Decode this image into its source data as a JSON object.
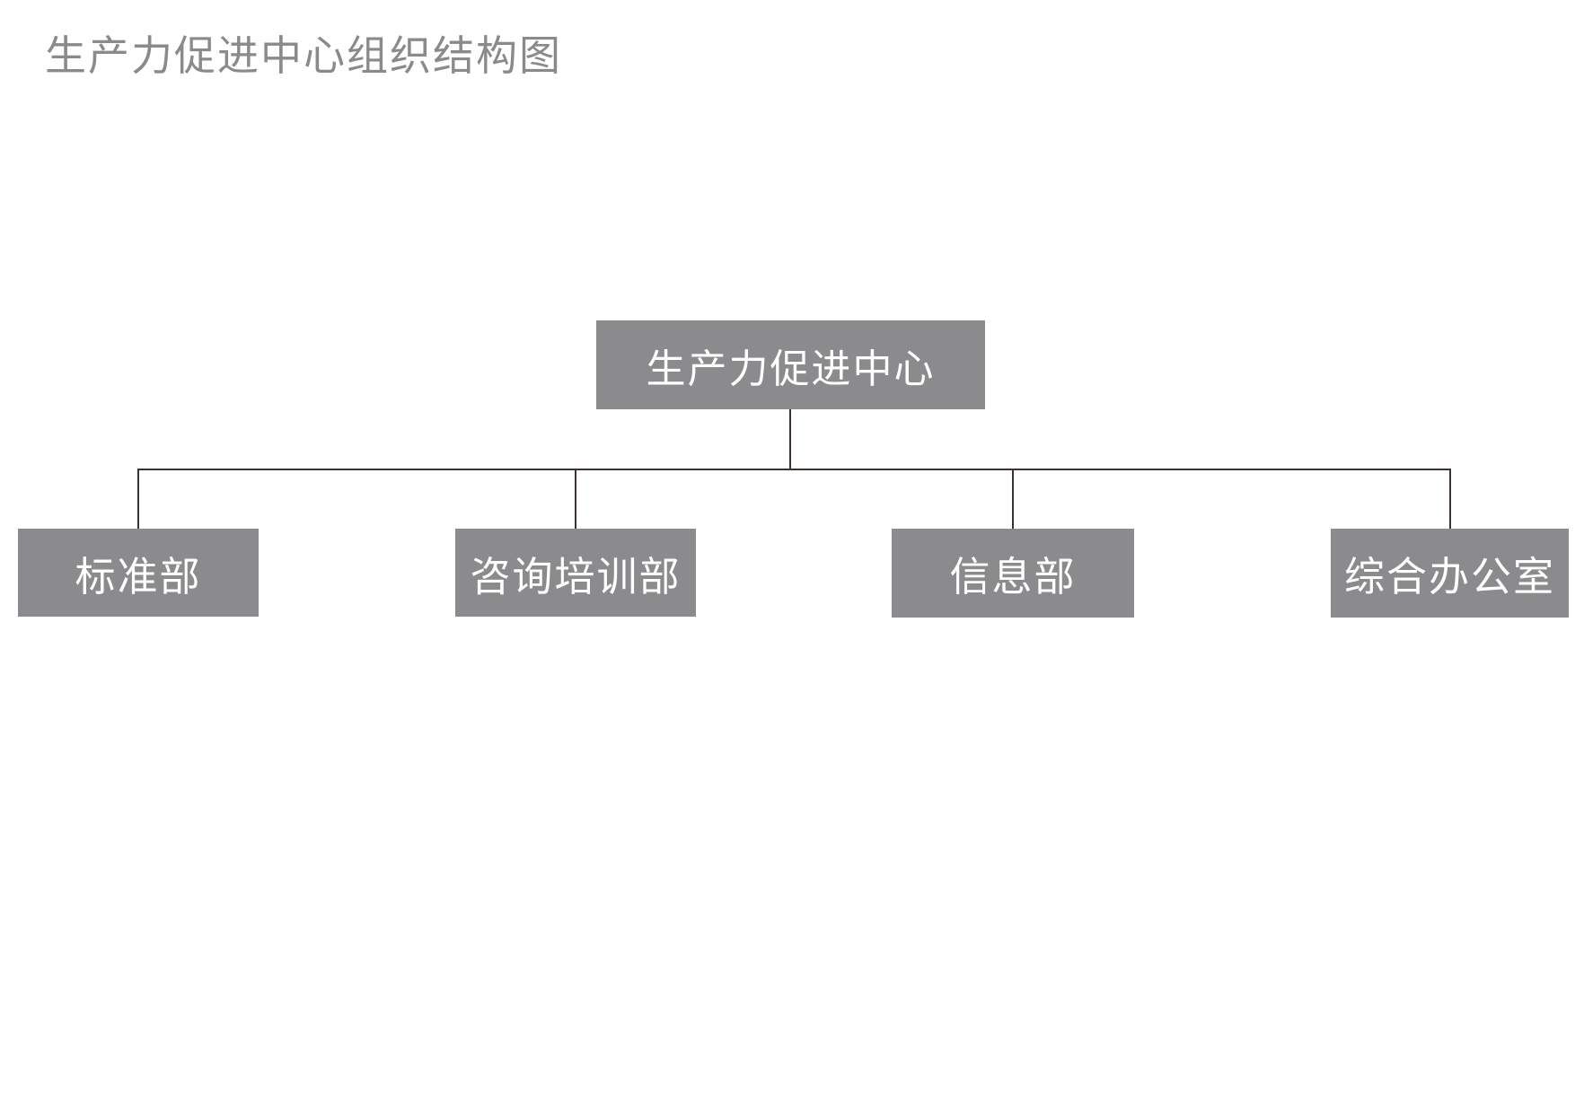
{
  "title": "生产力促进中心组织结构图",
  "chart": {
    "type": "org-chart",
    "root": {
      "label": "生产力促进中心"
    },
    "departments": [
      {
        "label": "标准部"
      },
      {
        "label": "咨询培训部"
      },
      {
        "label": "信息部"
      },
      {
        "label": "综合办公室"
      }
    ]
  },
  "colors": {
    "background": "#ffffff",
    "node_fill": "#8b8b8d",
    "node_text": "#ffffff",
    "title_text": "#8a8a8a",
    "connector_line": "#3c332e"
  }
}
